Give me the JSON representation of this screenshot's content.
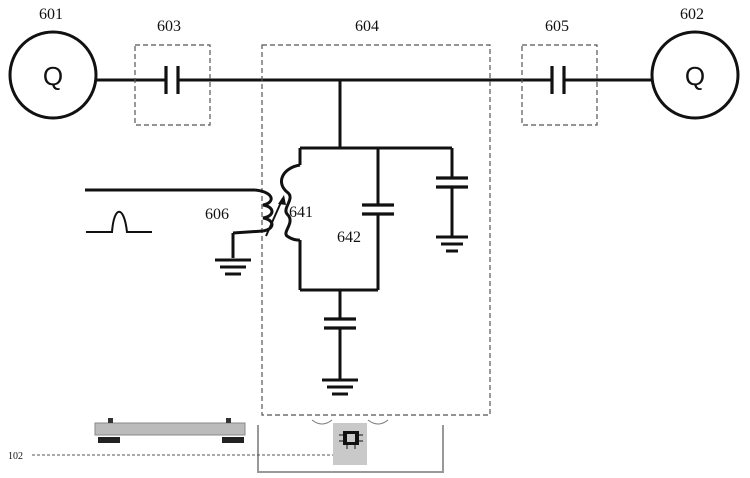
{
  "labels": {
    "gen_left": "601",
    "gen_right": "602",
    "cap_left": "603",
    "center_box": "604",
    "cap_right": "605",
    "transformer": "606",
    "variable_inductor": "641",
    "capacitor": "642",
    "reference": "102"
  },
  "generator_symbol": "Q"
}
